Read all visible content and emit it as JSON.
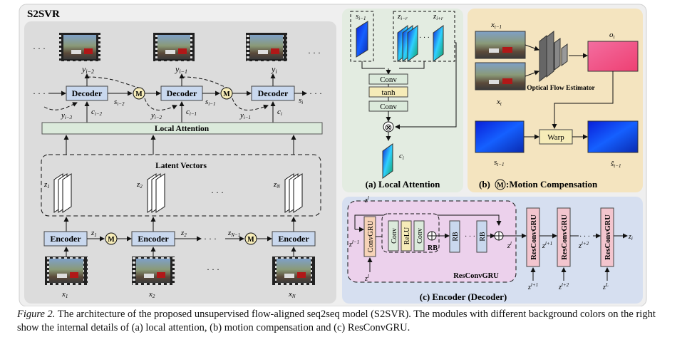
{
  "title": "S2SVR",
  "decoder": {
    "label": "Decoder"
  },
  "encoder": {
    "label": "Encoder"
  },
  "motion_marker": "M",
  "dots": "· · ·",
  "local_attention_label": "Local Attention",
  "latent_vectors_label": "Latent Vectors",
  "symbols": {
    "y_i2": "y",
    "y_i2_sub": "i−2",
    "y_i1": "y",
    "y_i1_sub": "i−1",
    "y_i": "y",
    "y_i_sub": "i",
    "y_i3": "y",
    "y_i3_sub": "i−3",
    "s_i2": "s",
    "s_i2_sub": "i−2",
    "s_i1": "s",
    "s_i1_sub": "i−1",
    "s_i": "s",
    "s_i_sub": "i",
    "c_i2": "c",
    "c_i2_sub": "i−2",
    "c_i1": "c",
    "c_i1_sub": "i−1",
    "c_i": "c",
    "c_i_sub": "i",
    "z_1": "z",
    "z_1_sub": "1",
    "z_2": "z",
    "z_2_sub": "2",
    "z_N": "z",
    "z_N_sub": "N",
    "z_N1": "z",
    "z_N1_sub": "N−1",
    "x_1": "x",
    "x_1_sub": "1",
    "x_2": "x",
    "x_2_sub": "2",
    "x_N": "x",
    "x_N_sub": "N",
    "x_t1": "x",
    "x_t1_sub": "t−1",
    "x_t": "x",
    "x_t_sub": "t",
    "o_t": "o",
    "o_t_sub": "t",
    "s_t1": "s",
    "s_t1_sub": "t−1",
    "s_hat_t1": "ŝ",
    "s_hat_t1_sub": "t−1",
    "la_s": "s",
    "la_s_sub": "i−1",
    "la_z1": "z",
    "la_z1_sub": "i−r",
    "la_z2": "z",
    "la_z2_sub": "i+r",
    "la_c": "c",
    "la_c_sub": "i"
  },
  "local_attention_panel": {
    "conv1": "Conv",
    "tanh": "tanh",
    "conv2": "Conv",
    "multiply": "⊗",
    "caption": "(a)  Local Attention"
  },
  "motion_panel": {
    "flow_label": "Optical Flow Estimator",
    "warp_label": "Warp",
    "caption_prefix": "(b) ",
    "caption_suffix": ":Motion Compensation"
  },
  "encoder_panel": {
    "convgru": "ConvGRU",
    "conv_a": "Conv",
    "relu": "ReLU",
    "conv_b": "Conv",
    "rb_inner": "RB",
    "rb1": "RB",
    "rb2": "RB",
    "resconvgru_label": "ResConvGRU",
    "block_label": "ResConvGRU",
    "caption": "(c)  Encoder (Decoder)",
    "z_in": "z",
    "z_in_sup": "l−1",
    "z_in_sub": "i",
    "z_top": "z",
    "z_top_sup": "l",
    "z_top_sub": "i−1",
    "z_mid": "z",
    "z_mid_sup": "l",
    "z_mid_sub": "i",
    "z_a": "z",
    "z_a_sup": "l+1",
    "z_a_sub": "i",
    "z_b": "z",
    "z_b_sup": "l+2",
    "z_b_sub": "i",
    "z_out": "z",
    "z_out_sub": "i",
    "z_h1": "z",
    "z_h1_sup": "l+1",
    "z_h1_sub": "i−1",
    "z_h2": "z",
    "z_h2_sup": "l+2",
    "z_h2_sub": "i−1",
    "z_hL": "z",
    "z_hL_sup": "L",
    "z_hL_sub": "i−1"
  },
  "caption": {
    "label": "Figure 2.",
    "text": " The architecture of the proposed unsupervised flow-aligned seq2seq model (S2SVR). The modules with different background colors on the right show the internal details of (a) local attention, (b) motion compensation and (c) ResConvGRU."
  },
  "colors": {
    "main_bg": "#dcdcdc",
    "panel_a": "#e3ece1",
    "panel_b": "#f4e4bf",
    "panel_c": "#d6dff0",
    "resconvgru_bg": "#ecd1ec",
    "block_blue": "#c9d8ee",
    "local_attn": "#dbeadb",
    "motion": "#f6ecb8",
    "convgru": "#f6d3b7",
    "gru_stack": "#f3c5ce",
    "flow_map": "#f25a8a"
  }
}
